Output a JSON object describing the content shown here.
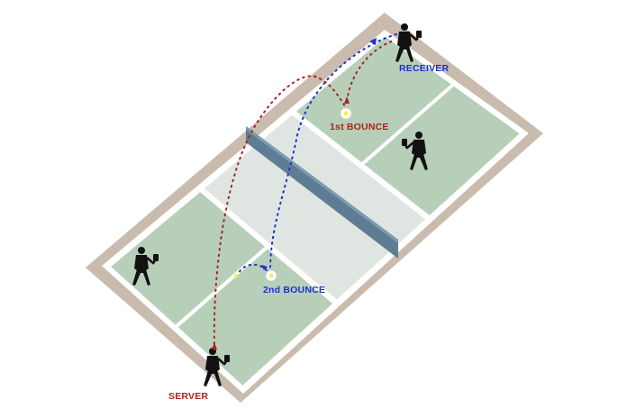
{
  "labels": {
    "receiver": "RECEIVER",
    "first_bounce": "1st BOUNCE",
    "second_bounce": "2nd BOUNCE",
    "server": "SERVER"
  },
  "colors": {
    "surround": "#c9bbad",
    "lines": "#ffffff",
    "service_court": "#b7cfb9",
    "kitchen": "#dfe6e1",
    "net": "#5d7d94",
    "net_top": "#7d9bb0",
    "serve_path": "#b01e1e",
    "return_path": "#1f2fd0",
    "ball": "#f2f25a",
    "player": "#111111"
  }
}
